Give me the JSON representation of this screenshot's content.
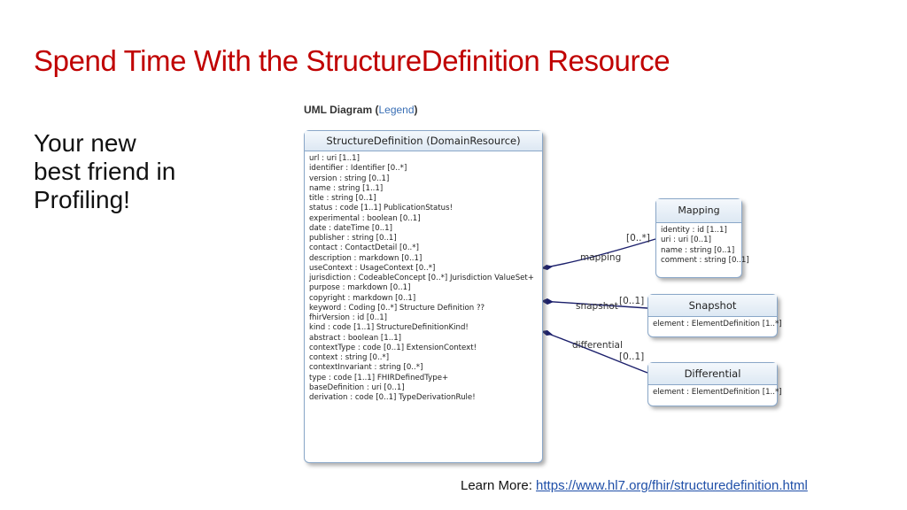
{
  "slide": {
    "title": "Spend Time With the StructureDefinition Resource",
    "subtitle_lines": [
      "Your new",
      "best friend in",
      "Profiling!"
    ],
    "footer_prefix": "Learn More: ",
    "footer_url": "https://www.hl7.org/fhir/structuredefinition.html"
  },
  "uml": {
    "heading": "UML Diagram",
    "legend_open": " (",
    "legend_link": "Legend",
    "legend_close": ")",
    "main_class": {
      "title": "StructureDefinition (DomainResource)",
      "attributes": [
        "url : uri [1..1]",
        "identifier : Identifier [0..*]",
        "version : string [0..1]",
        "name : string [1..1]",
        "title : string [0..1]",
        "status : code [1..1] PublicationStatus!",
        "experimental : boolean [0..1]",
        "date : dateTime [0..1]",
        "publisher : string [0..1]",
        "contact : ContactDetail [0..*]",
        "description : markdown [0..1]",
        "useContext : UsageContext [0..*]",
        "jurisdiction : CodeableConcept [0..*] Jurisdiction ValueSet+",
        "purpose : markdown [0..1]",
        "copyright : markdown [0..1]",
        "keyword : Coding [0..*] Structure Definition ??",
        "fhirVersion : id [0..1]",
        "kind : code [1..1] StructureDefinitionKind!",
        "abstract : boolean [1..1]",
        "contextType : code [0..1] ExtensionContext!",
        "context : string [0..*]",
        "contextInvariant : string [0..*]",
        "type : code [1..1] FHIRDefinedType+",
        "baseDefinition : uri [0..1]",
        "derivation : code [0..1] TypeDerivationRule!"
      ]
    },
    "mapping_class": {
      "title": "Mapping",
      "attributes": [
        "identity : id [1..1]",
        "uri : uri [0..1]",
        "name : string [0..1]",
        "comment : string [0..1]"
      ]
    },
    "snapshot_class": {
      "title": "Snapshot",
      "attributes": [
        "element : ElementDefinition [1..*]"
      ]
    },
    "differential_class": {
      "title": "Differential",
      "attributes": [
        "element : ElementDefinition [1..*]"
      ]
    },
    "associations": {
      "mapping": {
        "role": "mapping",
        "cardinality": "[0..*]"
      },
      "snapshot": {
        "role": "snapshot",
        "cardinality": "[0..1]"
      },
      "differential": {
        "role": "differential",
        "cardinality": "[0..1]"
      }
    },
    "colors": {
      "title": "#c00000",
      "box_border": "#8aa7c8",
      "connector": "#1b1f6b",
      "link": "#1f4fa8"
    }
  }
}
